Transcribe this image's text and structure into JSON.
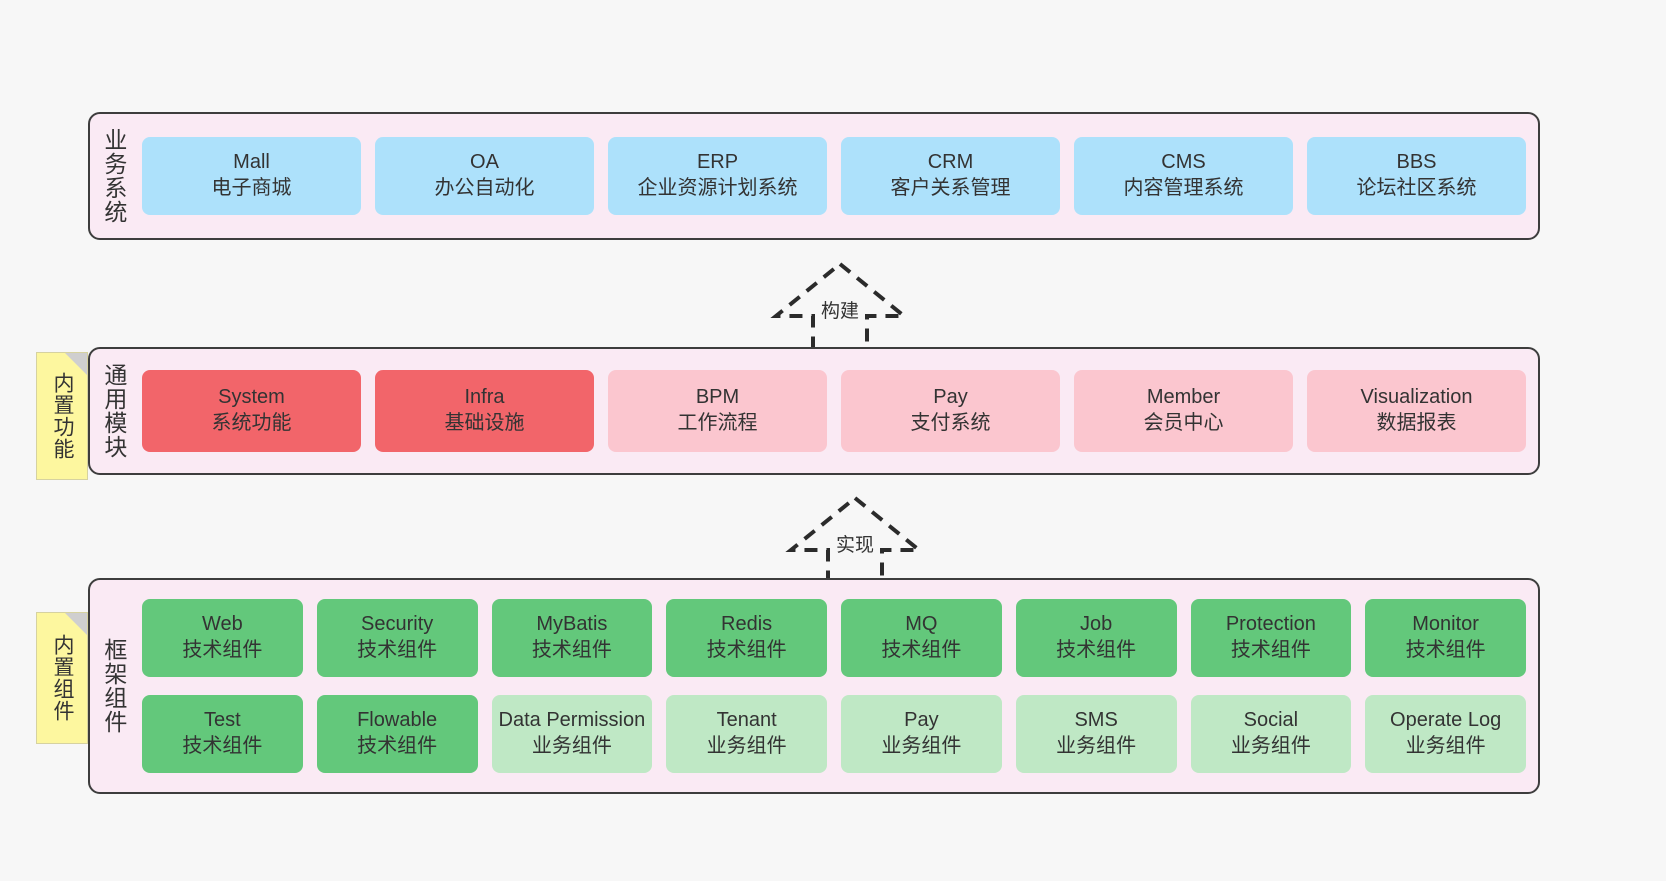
{
  "diagram": {
    "background_color": "#f7f7f7",
    "layers": [
      {
        "id": "business",
        "caption": "业务系统",
        "cards": [
          {
            "en": "Mall",
            "cn": "电子商城",
            "color": "#ade1fb"
          },
          {
            "en": "OA",
            "cn": "办公自动化",
            "color": "#ade1fb"
          },
          {
            "en": "ERP",
            "cn": "企业资源计划系统",
            "color": "#ade1fb"
          },
          {
            "en": "CRM",
            "cn": "客户关系管理",
            "color": "#ade1fb"
          },
          {
            "en": "CMS",
            "cn": "内容管理系统",
            "color": "#ade1fb"
          },
          {
            "en": "BBS",
            "cn": "论坛社区系统",
            "color": "#ade1fb"
          }
        ]
      },
      {
        "id": "modules",
        "caption": "通用模块",
        "note": "内置功能",
        "cards": [
          {
            "en": "System",
            "cn": "系统功能",
            "color": "#f2656a"
          },
          {
            "en": "Infra",
            "cn": "基础设施",
            "color": "#f2656a"
          },
          {
            "en": "BPM",
            "cn": "工作流程",
            "color": "#fbc6cf"
          },
          {
            "en": "Pay",
            "cn": "支付系统",
            "color": "#fbc6cf"
          },
          {
            "en": "Member",
            "cn": "会员中心",
            "color": "#fbc6cf"
          },
          {
            "en": "Visualization",
            "cn": "数据报表",
            "color": "#fbc6cf"
          }
        ]
      },
      {
        "id": "framework",
        "caption": "框架组件",
        "note": "内置组件",
        "row1": [
          {
            "en": "Web",
            "cn": "技术组件",
            "color": "#63c87b"
          },
          {
            "en": "Security",
            "cn": "技术组件",
            "color": "#63c87b"
          },
          {
            "en": "MyBatis",
            "cn": "技术组件",
            "color": "#63c87b"
          },
          {
            "en": "Redis",
            "cn": "技术组件",
            "color": "#63c87b"
          },
          {
            "en": "MQ",
            "cn": "技术组件",
            "color": "#63c87b"
          },
          {
            "en": "Job",
            "cn": "技术组件",
            "color": "#63c87b"
          },
          {
            "en": "Protection",
            "cn": "技术组件",
            "color": "#63c87b"
          },
          {
            "en": "Monitor",
            "cn": "技术组件",
            "color": "#63c87b"
          }
        ],
        "row2": [
          {
            "en": "Test",
            "cn": "技术组件",
            "color": "#63c87b"
          },
          {
            "en": "Flowable",
            "cn": "技术组件",
            "color": "#63c87b"
          },
          {
            "en": "Data Permission",
            "cn": "业务组件",
            "color": "#bfe8c5"
          },
          {
            "en": "Tenant",
            "cn": "业务组件",
            "color": "#bfe8c5"
          },
          {
            "en": "Pay",
            "cn": "业务组件",
            "color": "#bfe8c5"
          },
          {
            "en": "SMS",
            "cn": "业务组件",
            "color": "#bfe8c5"
          },
          {
            "en": "Social",
            "cn": "业务组件",
            "color": "#bfe8c5"
          },
          {
            "en": "Operate Log",
            "cn": "业务组件",
            "color": "#bfe8c5"
          }
        ]
      }
    ],
    "connectors": [
      {
        "id": "build",
        "label": "构建"
      },
      {
        "id": "implement",
        "label": "实现"
      }
    ]
  }
}
